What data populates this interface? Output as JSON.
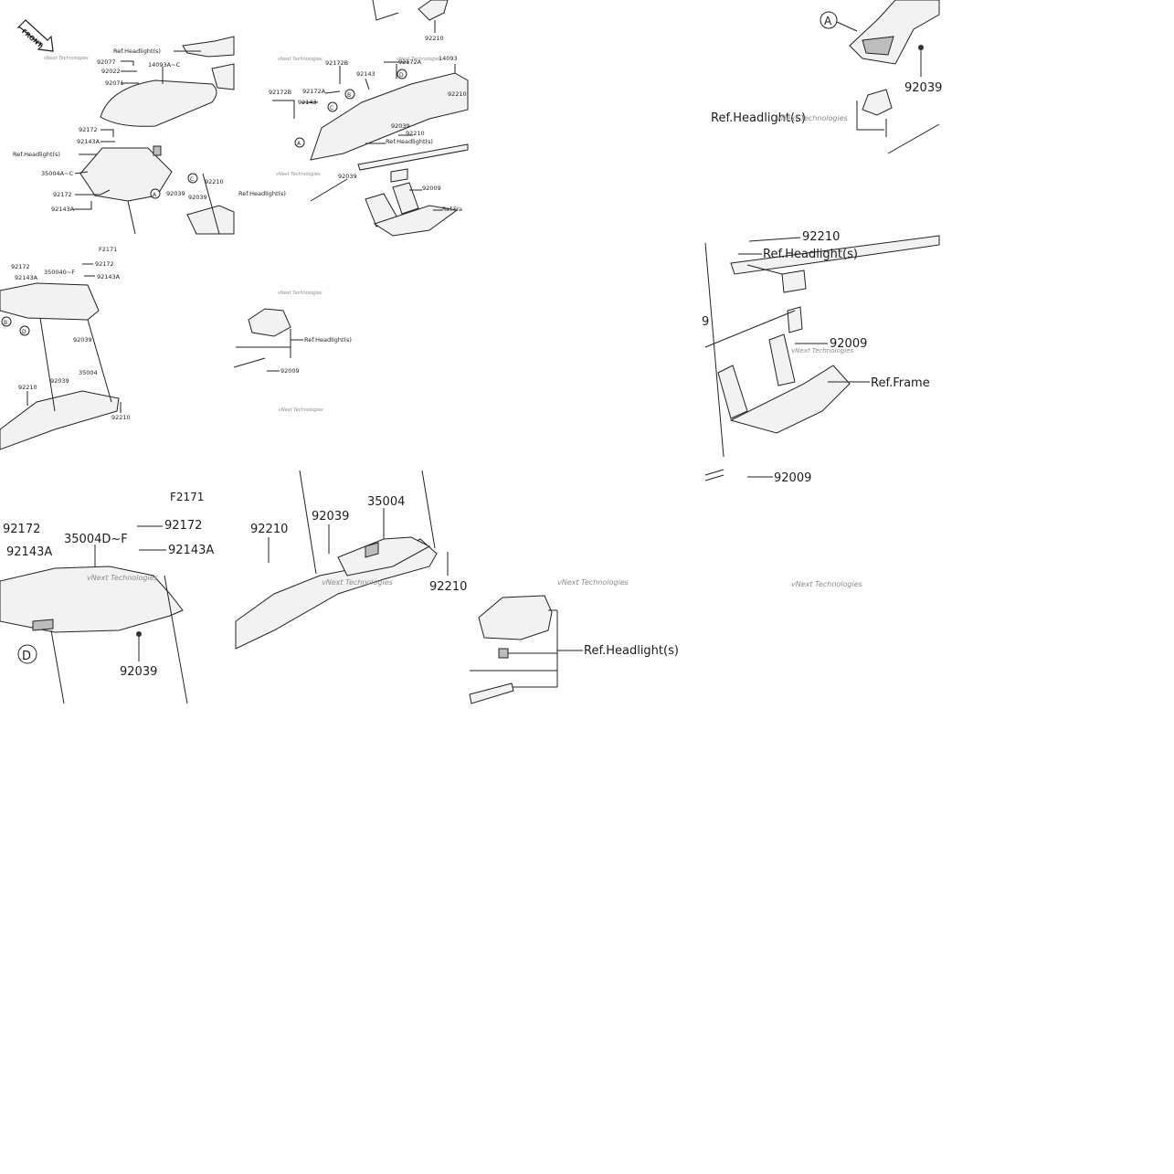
{
  "tiles": {
    "t1": {
      "front_mark": "FRONT",
      "labels": [
        "Ref.Headlight(s)",
        "92077",
        "14093A~C",
        "92022",
        "92071",
        "92172",
        "92143A",
        "Ref.Headlight(s)",
        "35004A~C",
        "92172",
        "92143A",
        "A",
        "92039",
        "C",
        "92210",
        "92039"
      ],
      "watermark": "vNext Technologies"
    },
    "t2": {
      "labels": [
        "92210",
        "92172B",
        "92143",
        "92172A",
        "14093",
        "92172B",
        "92172A",
        "B",
        "D",
        "92143",
        "C",
        "92210",
        "92039",
        "92210",
        "A",
        "Ref.Headlight(s)",
        "92039",
        "Ref.Headlight(s)",
        "92009",
        "Ref.Fra"
      ],
      "watermark": "vNext Technologies"
    },
    "t3": {
      "labels": [
        "A",
        "92039",
        "Ref.Headlight(s)"
      ],
      "watermark": "vNext Technologies"
    },
    "t4": {
      "labels": [
        "F2171",
        "92172",
        "350040~F",
        "92172",
        "92143A",
        "92143A",
        "B",
        "D",
        "92039",
        "92039",
        "35004",
        "92210",
        "92210"
      ]
    },
    "t5": {
      "labels": [
        "Ref.Headlight(s)",
        "92009"
      ],
      "watermark": "vNext Technologies"
    },
    "t6": {
      "labels": [
        "92210",
        "Ref.Headlight(s)",
        "9",
        "92009",
        "Ref.Frame",
        "92009"
      ],
      "watermark": "vNext Technologies"
    },
    "t7": {
      "labels": [
        "F2171",
        "92172",
        "35004D~F",
        "92172",
        "92143A",
        "92143A",
        "D",
        "92039"
      ],
      "watermark": "vNext Technologies"
    },
    "t8": {
      "labels": [
        "35004",
        "92210",
        "92039",
        "92210"
      ],
      "watermark": "vNext Technologies"
    },
    "t9": {
      "labels": [
        "Ref.Headlight(s)"
      ],
      "watermark": "vNext Technologies"
    },
    "t10": {
      "watermark": "vNext Technologies"
    }
  }
}
